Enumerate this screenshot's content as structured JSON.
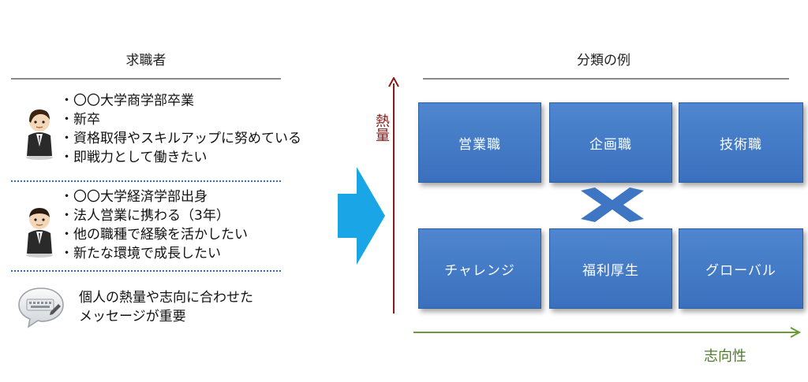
{
  "left": {
    "header": "求職者",
    "group1": [
      "・〇〇大学商学部卒業",
      "・新卒",
      "・資格取得やスキルアップに努めている",
      "・即戦力として働きたい"
    ],
    "group2": [
      "・〇〇大学経済学部出身",
      "・法人営業に携わる（3年）",
      "・他の職種で経験を活かしたい",
      "・新たな環境で成長したい"
    ],
    "message": [
      "個人の熱量や志向に合わせた",
      "メッセージが重要"
    ]
  },
  "right": {
    "header": "分類の例",
    "y_axis_label": "熱量",
    "x_axis_label": "志向性",
    "top_row": [
      "営業職",
      "企画職",
      "技術職"
    ],
    "bottom_row": [
      "チャレンジ",
      "福利厚生",
      "グローバル"
    ]
  },
  "colors": {
    "tile": "#3f76c3",
    "arrow": "#1aa6e6",
    "y_axis": "#8b1a1a",
    "x_axis": "#6a9a3a",
    "divider": "#2e6fc0"
  },
  "icons": [
    "person-icon",
    "person-icon",
    "speech-bubble-icon",
    "right-arrow",
    "cross-icon"
  ]
}
